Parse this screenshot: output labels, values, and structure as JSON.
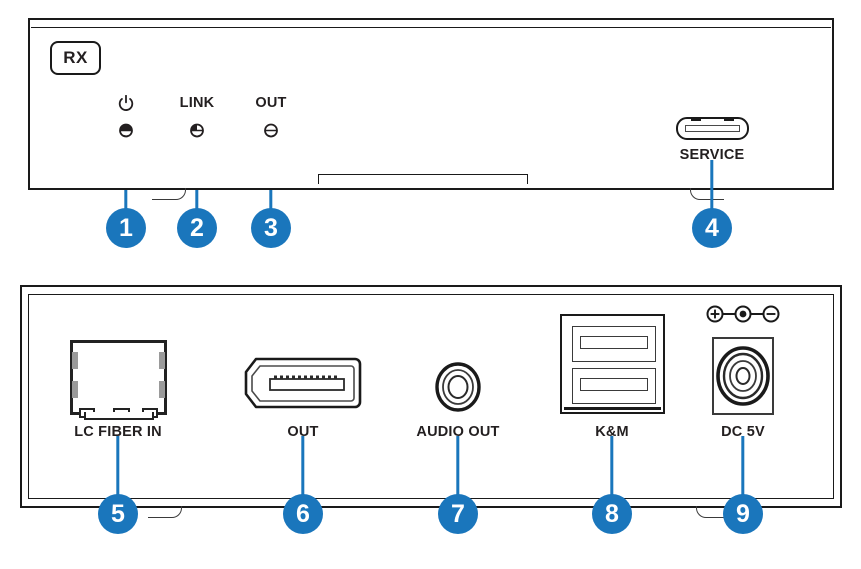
{
  "diagram": {
    "title": "RX receiver unit front and rear panel callout diagram",
    "accent_color": "#1a76bc",
    "line_color": "#1a1a1a",
    "label_color": "#231f20"
  },
  "top_panel": {
    "badge": "RX",
    "indicators": [
      {
        "label": "",
        "icon": "power-icon",
        "callout": "1"
      },
      {
        "label": "LINK",
        "icon": "led-icon",
        "callout": "2"
      },
      {
        "label": "OUT",
        "icon": "led-icon",
        "callout": "3"
      }
    ],
    "service_port": {
      "label": "SERVICE",
      "icon": "usb-c-port-icon",
      "callout": "4"
    }
  },
  "rear_panel": {
    "ports": [
      {
        "label": "LC FIBER IN",
        "icon": "sfp-cage-icon",
        "callout": "5"
      },
      {
        "label": "OUT",
        "icon": "displayport-icon",
        "callout": "6"
      },
      {
        "label": "AUDIO OUT",
        "icon": "audio-jack-icon",
        "callout": "7"
      },
      {
        "label": "K&M",
        "icon": "usb-a-dual-icon",
        "callout": "8"
      },
      {
        "label": "DC 5V",
        "icon": "dc-barrel-jack-icon",
        "callout": "9"
      }
    ],
    "polarity_symbol": {
      "positive": "+",
      "negative": "−",
      "icon": "center-positive-polarity-icon"
    }
  },
  "callouts": [
    {
      "number": "1"
    },
    {
      "number": "2"
    },
    {
      "number": "3"
    },
    {
      "number": "4"
    },
    {
      "number": "5"
    },
    {
      "number": "6"
    },
    {
      "number": "7"
    },
    {
      "number": "8"
    },
    {
      "number": "9"
    }
  ]
}
